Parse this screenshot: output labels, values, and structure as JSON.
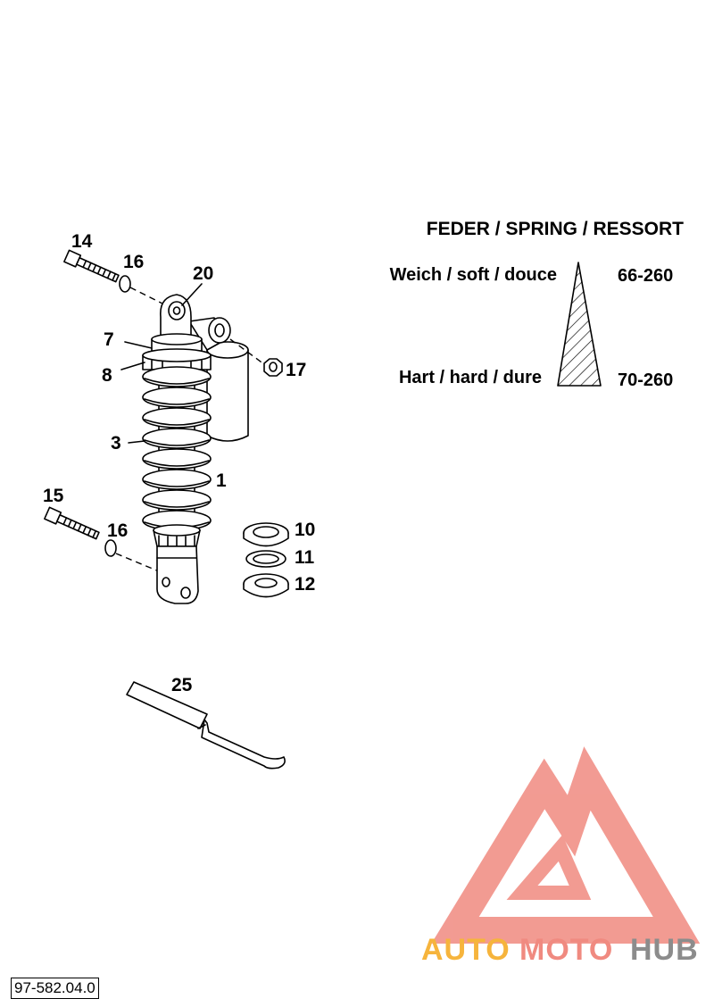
{
  "legend": {
    "title": "FEDER / SPRING / RESSORT",
    "soft_label": "Weich / soft / douce",
    "soft_code": "66-260",
    "hard_label": "Hart / hard / dure",
    "hard_code": "70-260"
  },
  "parts": {
    "p1": "1",
    "p3": "3",
    "p7": "7",
    "p8": "8",
    "p10": "10",
    "p11": "11",
    "p12": "12",
    "p14": "14",
    "p15": "15",
    "p16a": "16",
    "p16b": "16",
    "p17": "17",
    "p20": "20",
    "p25": "25"
  },
  "watermark": {
    "text_part1": "AUTO",
    "text_part2": "MOTO",
    "text_part3": "HUB",
    "colors": {
      "orange": "#f6b43c",
      "red": "#f08a80",
      "gray": "#8c8c8c"
    }
  },
  "footer": {
    "ref_code": "97-582.04.0"
  },
  "icons": {
    "logo": "automotohub-triangle-logo",
    "spring_hardness": "hatched-wedge-icon"
  }
}
